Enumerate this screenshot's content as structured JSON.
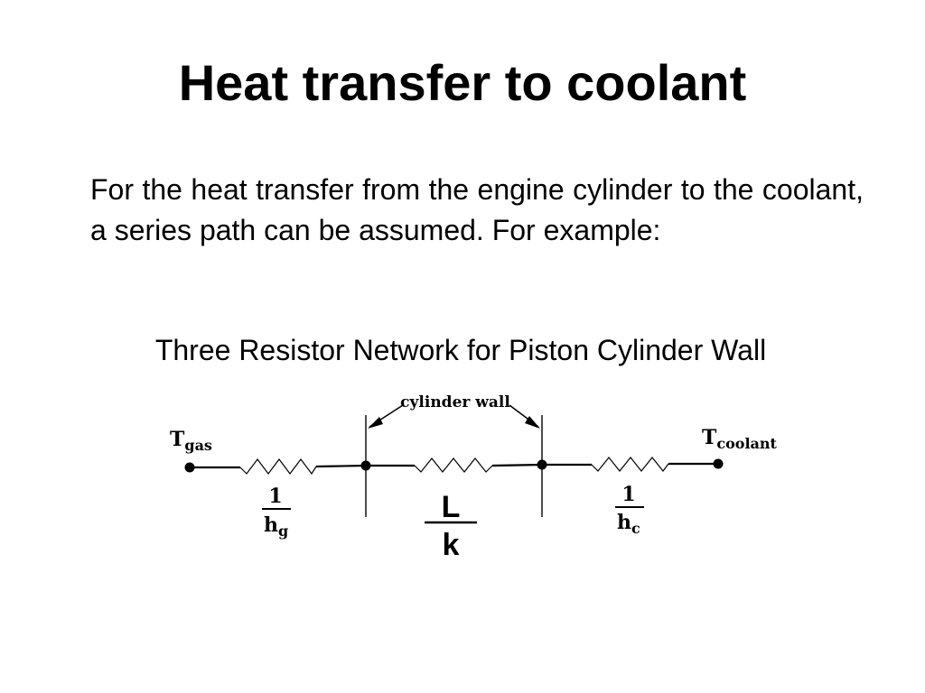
{
  "slide": {
    "title": "Heat transfer to coolant",
    "paragraph": "For the heat transfer from the engine cylinder to the coolant, a series path can be assumed. For example:",
    "diagram_caption": "Three Resistor Network for Piston Cylinder Wall"
  },
  "diagram": {
    "wall_label": "cylinder wall",
    "node_left": {
      "symbol": "T",
      "subscript": "gas"
    },
    "node_right": {
      "symbol": "T",
      "subscript": "coolant"
    },
    "resistor_gas": {
      "numerator": "1",
      "denominator_symbol": "h",
      "denominator_subscript": "g"
    },
    "resistor_wall": {
      "numerator": "L",
      "denominator": "k"
    },
    "resistor_coolant": {
      "numerator": "1",
      "denominator_symbol": "h",
      "denominator_subscript": "c"
    }
  }
}
